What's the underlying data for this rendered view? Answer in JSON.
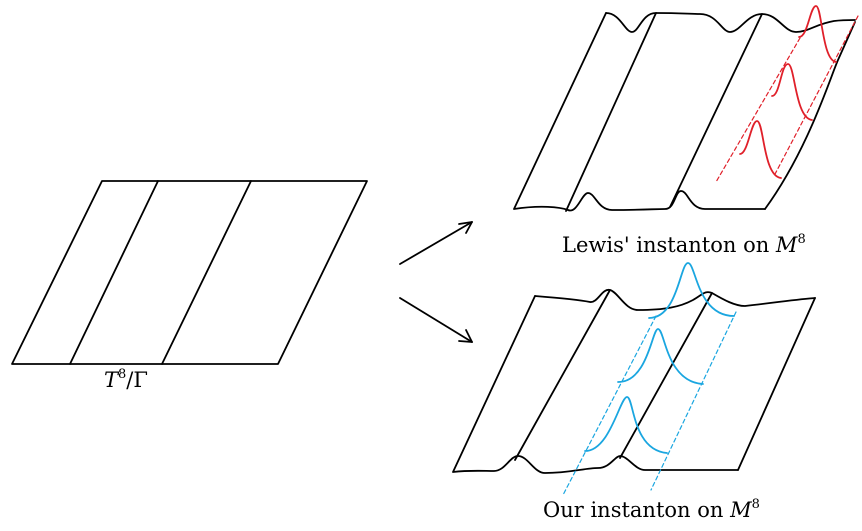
{
  "captions": {
    "left": {
      "base": "T",
      "sup": "8",
      "rest": "/Γ"
    },
    "top": {
      "text": "Lewis' instanton on ",
      "var": "M",
      "sup": "8"
    },
    "bottom": {
      "text": "Our instanton on ",
      "var": "M",
      "sup": "8"
    }
  },
  "colors": {
    "line": "#000000",
    "red_instanton": "#e0202a",
    "blue_instanton": "#1aa6e0"
  }
}
